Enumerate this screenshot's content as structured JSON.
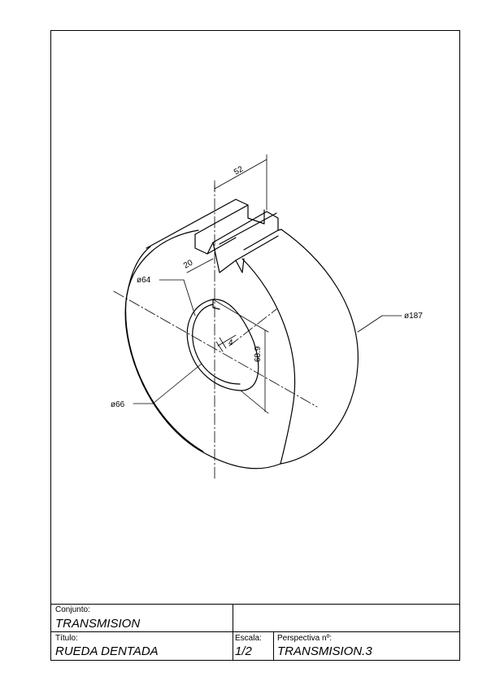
{
  "dimensions": {
    "width_slot": "52",
    "slot_depth": "20",
    "bore_small": "ø64",
    "bore_large": "ø66",
    "outer_diameter": "ø187",
    "key_height": "68.9",
    "key_width": "4"
  },
  "title_block": {
    "conjunto_label": "Conjunto:",
    "conjunto_value": "TRANSMISION",
    "titulo_label": "Título:",
    "titulo_value": "RUEDA DENTADA",
    "escala_label": "Escala:",
    "escala_value": "1/2",
    "perspectiva_label": "Perspectiva nº:",
    "perspectiva_value": "TRANSMISION.3"
  }
}
